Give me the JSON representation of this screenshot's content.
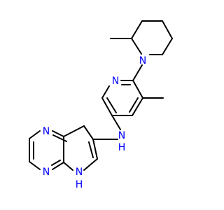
{
  "molecule": {
    "colors": {
      "carbon_bond": "#000000",
      "nitrogen": "#0000FF"
    },
    "atoms": {
      "pyridine_n": "N",
      "piperidine_n": "N",
      "amine_n": "N",
      "amine_h": "H",
      "pyrazine_n_top": "N",
      "pyrazine_n_bottom": "N",
      "pyrrole_n": "N",
      "pyrrole_h": "H"
    }
  }
}
